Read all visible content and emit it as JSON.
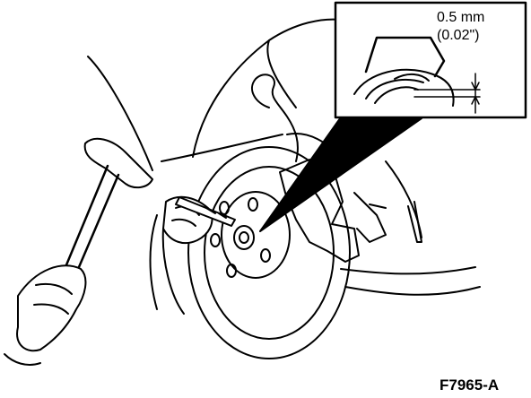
{
  "callout": {
    "dimension_mm": "0.5 mm",
    "dimension_in": "(0.02\")"
  },
  "figure": {
    "id": "F7965-A"
  },
  "colors": {
    "ink": "#000000",
    "paper": "#ffffff"
  }
}
